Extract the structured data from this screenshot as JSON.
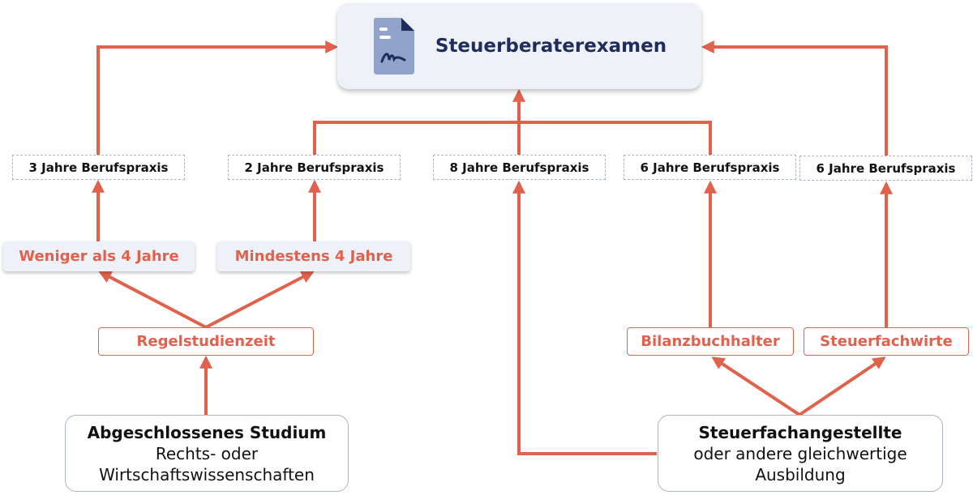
{
  "top": {
    "title": "Steuerberaterexamen",
    "icon": "document-icon"
  },
  "practice": {
    "p1": "3 Jahre Berufspraxis",
    "p2": "2 Jahre Berufspraxis",
    "p3": "8 Jahre Berufspraxis",
    "p4": "6 Jahre Berufspraxis",
    "p5": "6 Jahre Berufspraxis"
  },
  "duration": {
    "less": "Weniger als 4 Jahre",
    "min": "Mindestens 4 Jahre"
  },
  "regel": "Regelstudienzeit",
  "qual": {
    "bilanz": "Bilanzbuchhalter",
    "fachwirt": "Steuerfachwirte"
  },
  "studium": {
    "title": "Abgeschlossenes Studium",
    "line1": "Rechts- oder",
    "line2": "Wirtschaftswissenschaften"
  },
  "angestellte": {
    "title": "Steuerfachangestellte",
    "line1": "oder andere gleichwertige",
    "line2": "Ausbildung"
  },
  "colors": {
    "arrow": "#e0624c",
    "title": "#1f2d5c",
    "icon": "#8fa3cb"
  }
}
